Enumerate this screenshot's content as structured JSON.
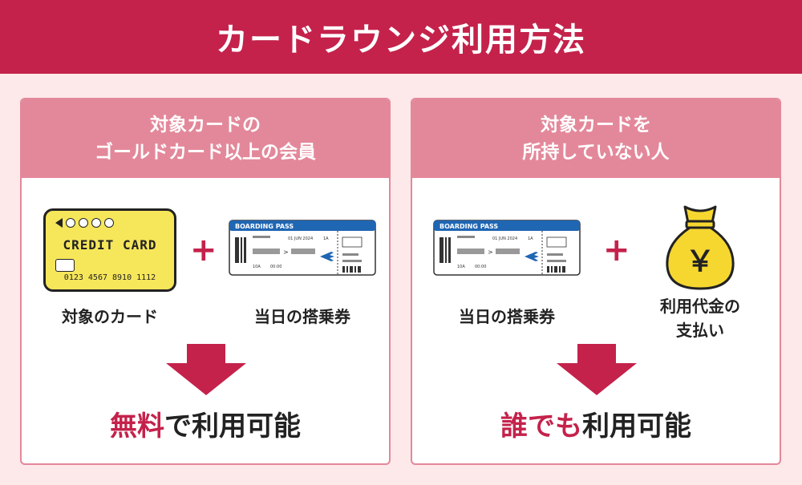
{
  "title": "カードラウンジ利用方法",
  "left": {
    "header_line1": "対象カードの",
    "header_line2": "ゴールドカード以上の会員",
    "card": {
      "title": "CREDIT CARD",
      "number": "0123 4567 8910 1112"
    },
    "boarding": {
      "title": "BOARDING PASS",
      "date": "01 JUN 2024",
      "seat": "1A",
      "gate": "10A",
      "time": "00:00"
    },
    "label1": "対象のカード",
    "label2": "当日の搭乗券",
    "result_em": "無料",
    "result_rest": "で利用可能"
  },
  "right": {
    "header_line1": "対象カードを",
    "header_line2": "所持していない人",
    "boarding": {
      "title": "BOARDING PASS",
      "date": "01 JUN 2024",
      "seat": "1A",
      "gate": "10A",
      "time": "00:00"
    },
    "yen": "￥",
    "label1": "当日の搭乗券",
    "label2_line1": "利用代金の",
    "label2_line2": "支払い",
    "result_em": "誰でも",
    "result_rest": "利用可能"
  },
  "plus": "+",
  "colors": {
    "primary": "#c4224b",
    "panel_header": "#e3889a",
    "background": "#fde8ea",
    "card_yellow": "#f6e65a",
    "pass_blue": "#1f66b3"
  }
}
